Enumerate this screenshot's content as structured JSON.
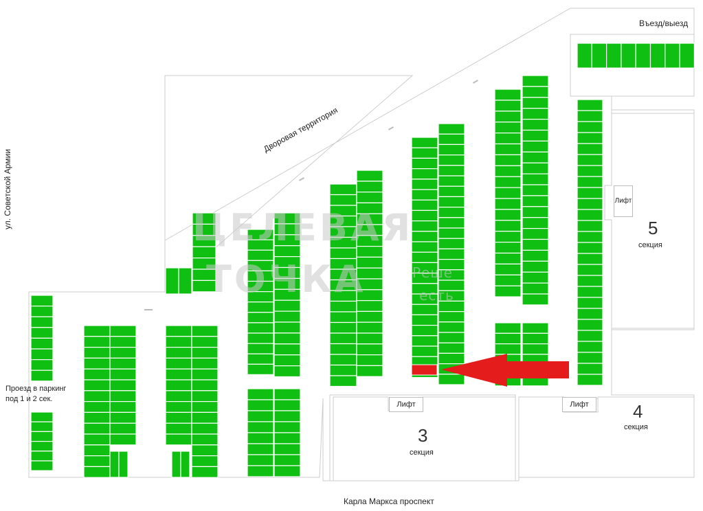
{
  "labels": {
    "entrance_exit": "Въезд/выезд",
    "courtyard": "Дворовая территория",
    "street_sovetskoy": "ул. Советской Армии",
    "parking_passage_line1": "Проезд в паркинг",
    "parking_passage_line2": "под 1 и 2 сек.",
    "avenue": "Карла Маркса проспект"
  },
  "sections": [
    {
      "number": "3",
      "word": "секция"
    },
    {
      "number": "4",
      "word": "секция"
    },
    {
      "number": "5",
      "word": "секция"
    }
  ],
  "lifts": [
    "Лифт",
    "Лифт",
    "Лифт"
  ],
  "watermark": {
    "logo_line1": "ЦЕЛЕВАЯ",
    "logo_line2": "ТОЧКА",
    "tagline1": "Реше",
    "tagline2": "есть"
  },
  "colors": {
    "parking_space": "#0fbf12",
    "highlighted_space": "#e41c1c",
    "arrow": "#e41c1c",
    "building_outline": "#c8c8c8",
    "space_border": "#ffffff"
  },
  "highlighted_space_note": "",
  "icons": [
    "arrow-left-icon",
    "elevator-icon"
  ]
}
